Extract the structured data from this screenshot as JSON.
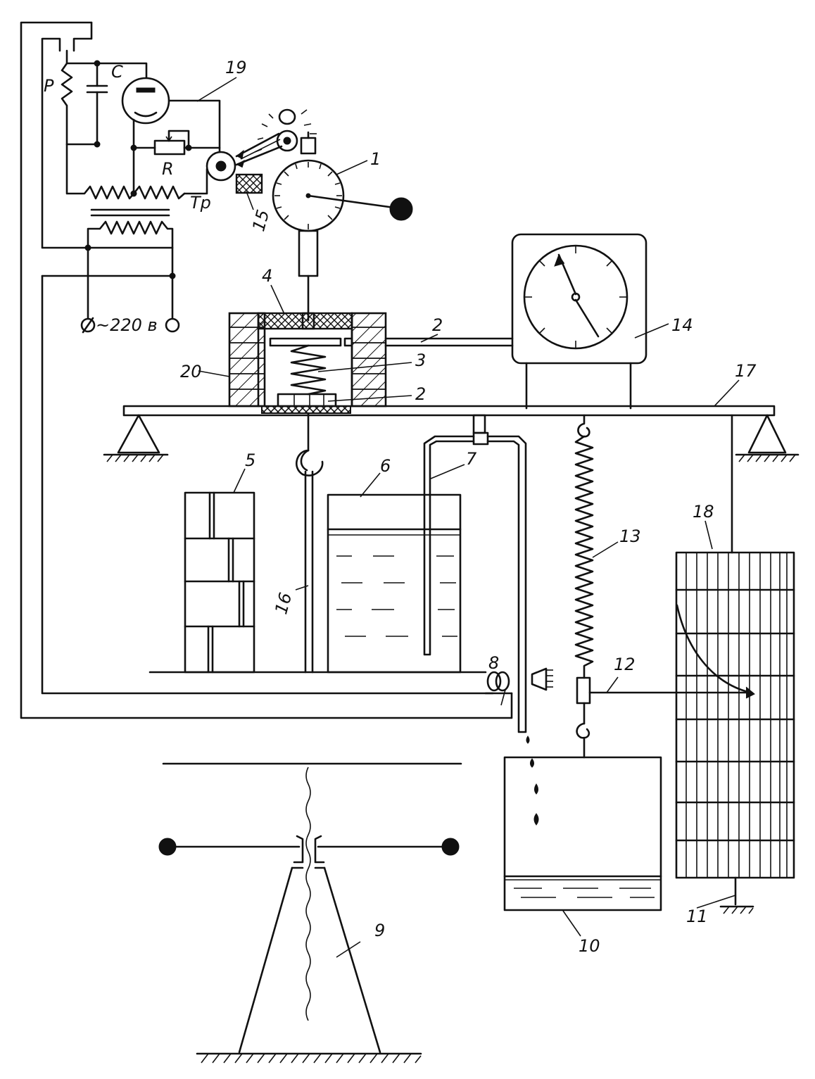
{
  "labels": {
    "l1": "1",
    "l2a": "2",
    "l2b": "2",
    "l3": "3",
    "l4": "4",
    "l5": "5",
    "l6": "6",
    "l7": "7",
    "l8": "8",
    "l9": "9",
    "l10": "10",
    "l11": "11",
    "l12": "12",
    "l13": "13",
    "l14": "14",
    "l15": "15",
    "l16": "16",
    "l17": "17",
    "l18": "18",
    "l19": "19",
    "l20": "20",
    "p": "P",
    "c": "C",
    "r": "R",
    "tp": "Тр",
    "mains": "~220 в"
  }
}
